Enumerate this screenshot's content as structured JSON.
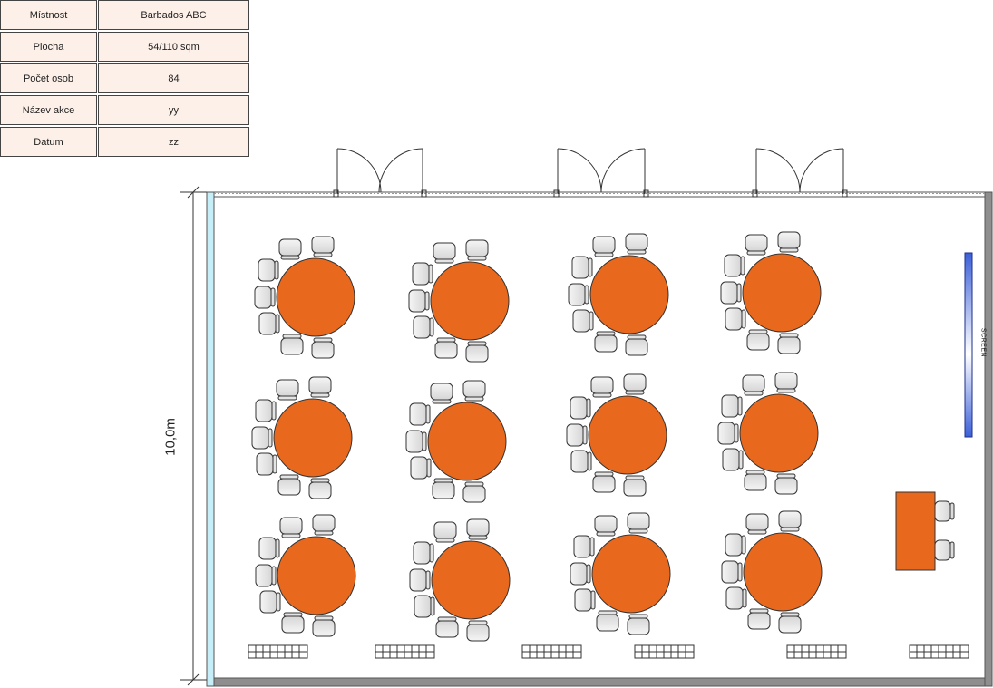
{
  "info_table": [
    {
      "label": "Místnost",
      "value": "Barbados ABC"
    },
    {
      "label": "Plocha",
      "value": "54/110 sqm"
    },
    {
      "label": "Počet osob",
      "value": "84"
    },
    {
      "label": "Název akce",
      "value": "yy"
    },
    {
      "label": "Datum",
      "value": "zz"
    }
  ],
  "dimension_label": "10,0m",
  "screen_label": "SCREEN",
  "colors": {
    "table_fill": "#e8691e",
    "table_stroke": "#333333",
    "chair_fill": "#e4e4e4",
    "screen_fill": "#3c60d8",
    "wall_fill": "#8e8e8e",
    "window_fill": "#c6eef8",
    "info_bg": "#fdf0e8"
  },
  "layout": {
    "round_tables": 12,
    "chairs_per_table": 7,
    "rows": 3,
    "columns": 4,
    "doors": 3,
    "radiators": 6,
    "presenter_table_chairs": 2
  }
}
